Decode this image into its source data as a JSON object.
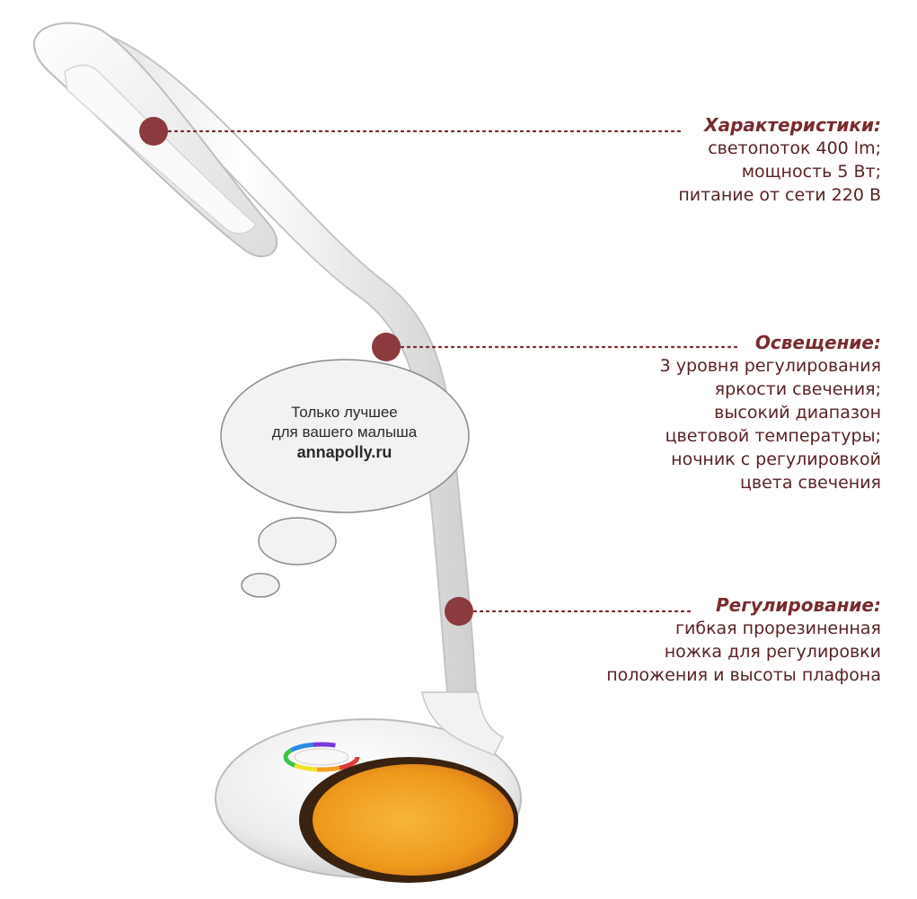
{
  "colors": {
    "accent": "#7a2a2e",
    "dot": "#8b3a3d",
    "glow": "#f0a21e",
    "lamp": "#f4f4f4"
  },
  "icons": {
    "touch_ring": "rainbow-touch-ring-icon"
  },
  "callouts": [
    {
      "title": "Характеристики:",
      "lines": [
        "светопоток 400 lm;",
        "мощность 5 Вт;",
        "питание от сети 220 В"
      ]
    },
    {
      "title": "Освещение:",
      "lines": [
        "3 уровня регулирования",
        "яркости свечения;",
        "высокий диапазон",
        "цветовой температуры;",
        "ночник с регулировкой",
        "цвета свечения"
      ]
    },
    {
      "title": "Регулирование:",
      "lines": [
        "гибкая прорезиненная",
        "ножка для регулировки",
        "положения и высоты плафона"
      ]
    }
  ],
  "bubble": {
    "line1": "Только лучшее",
    "line2": "для вашего малыша",
    "site": "annapolly.ru"
  }
}
